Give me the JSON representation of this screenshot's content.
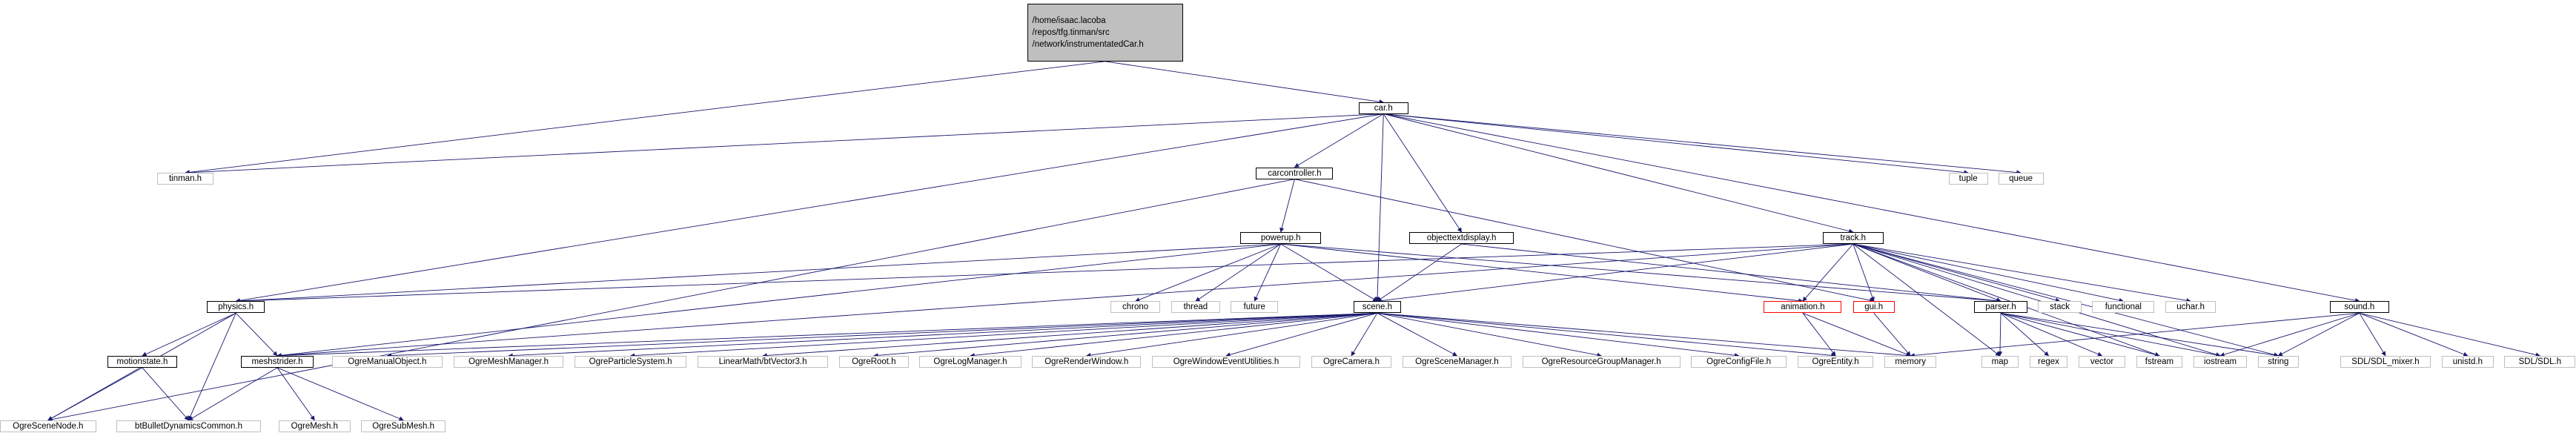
{
  "colors": {
    "edge": "#191970",
    "root_fill": "#bfbfbf",
    "local_border": "#000000",
    "external_border": "#bfbfbf",
    "incomplete_border": "#ff0000"
  },
  "root": {
    "lines": [
      "/home/isaac.lacoba",
      "/repos/tfg.tinman/src",
      "/network/instrumentatedCar.h"
    ]
  },
  "nodes": [
    {
      "id": "car",
      "label": "car.h",
      "kind": "local"
    },
    {
      "id": "tinman",
      "label": "tinman.h",
      "kind": "external"
    },
    {
      "id": "tuple",
      "label": "tuple",
      "kind": "external"
    },
    {
      "id": "queue",
      "label": "queue",
      "kind": "external"
    },
    {
      "id": "carcontroller",
      "label": "carcontroller.h",
      "kind": "local"
    },
    {
      "id": "powerup",
      "label": "powerup.h",
      "kind": "local"
    },
    {
      "id": "objecttextdisplay",
      "label": "objecttextdisplay.h",
      "kind": "local"
    },
    {
      "id": "track",
      "label": "track.h",
      "kind": "local"
    },
    {
      "id": "sound",
      "label": "sound.h",
      "kind": "local"
    },
    {
      "id": "physics",
      "label": "physics.h",
      "kind": "local"
    },
    {
      "id": "chrono",
      "label": "chrono",
      "kind": "external"
    },
    {
      "id": "thread",
      "label": "thread",
      "kind": "external"
    },
    {
      "id": "future",
      "label": "future",
      "kind": "external"
    },
    {
      "id": "scene",
      "label": "scene.h",
      "kind": "local"
    },
    {
      "id": "animation",
      "label": "animation.h",
      "kind": "red"
    },
    {
      "id": "gui",
      "label": "gui.h",
      "kind": "red"
    },
    {
      "id": "parser",
      "label": "parser.h",
      "kind": "local"
    },
    {
      "id": "stack",
      "label": "stack",
      "kind": "external"
    },
    {
      "id": "functional",
      "label": "functional",
      "kind": "external"
    },
    {
      "id": "uchar",
      "label": "uchar.h",
      "kind": "external"
    },
    {
      "id": "motionstate",
      "label": "motionstate.h",
      "kind": "local"
    },
    {
      "id": "meshstrider",
      "label": "meshstrider.h",
      "kind": "local"
    },
    {
      "id": "OgreManualObject",
      "label": "OgreManualObject.h",
      "kind": "external"
    },
    {
      "id": "OgreMeshManager",
      "label": "OgreMeshManager.h",
      "kind": "external"
    },
    {
      "id": "OgreParticleSystem",
      "label": "OgreParticleSystem.h",
      "kind": "external"
    },
    {
      "id": "btVector3",
      "label": "LinearMath/btVector3.h",
      "kind": "external"
    },
    {
      "id": "OgreRoot",
      "label": "OgreRoot.h",
      "kind": "external"
    },
    {
      "id": "OgreLogManager",
      "label": "OgreLogManager.h",
      "kind": "external"
    },
    {
      "id": "OgreRenderWindow",
      "label": "OgreRenderWindow.h",
      "kind": "external"
    },
    {
      "id": "OgreWindowEventUtilities",
      "label": "OgreWindowEventUtilities.h",
      "kind": "external"
    },
    {
      "id": "OgreCamera",
      "label": "OgreCamera.h",
      "kind": "external"
    },
    {
      "id": "OgreSceneManager",
      "label": "OgreSceneManager.h",
      "kind": "external"
    },
    {
      "id": "OgreResourceGroupManager",
      "label": "OgreResourceGroupManager.h",
      "kind": "external"
    },
    {
      "id": "OgreConfigFile",
      "label": "OgreConfigFile.h",
      "kind": "external"
    },
    {
      "id": "OgreEntity",
      "label": "OgreEntity.h",
      "kind": "external"
    },
    {
      "id": "memory",
      "label": "memory",
      "kind": "external"
    },
    {
      "id": "map",
      "label": "map",
      "kind": "external"
    },
    {
      "id": "regex",
      "label": "regex",
      "kind": "external"
    },
    {
      "id": "vector",
      "label": "vector",
      "kind": "external"
    },
    {
      "id": "fstream",
      "label": "fstream",
      "kind": "external"
    },
    {
      "id": "iostream",
      "label": "iostream",
      "kind": "external"
    },
    {
      "id": "string",
      "label": "string",
      "kind": "external"
    },
    {
      "id": "SDL_mixer",
      "label": "SDL/SDL_mixer.h",
      "kind": "external"
    },
    {
      "id": "unistd",
      "label": "unistd.h",
      "kind": "external"
    },
    {
      "id": "SDL",
      "label": "SDL/SDL.h",
      "kind": "external"
    },
    {
      "id": "OgreSceneNode",
      "label": "OgreSceneNode.h",
      "kind": "external"
    },
    {
      "id": "btBullet",
      "label": "btBulletDynamicsCommon.h",
      "kind": "external"
    },
    {
      "id": "OgreMesh",
      "label": "OgreMesh.h",
      "kind": "external"
    },
    {
      "id": "OgreSubMesh",
      "label": "OgreSubMesh.h",
      "kind": "external"
    }
  ],
  "edges": [
    [
      "root",
      "car"
    ],
    [
      "root",
      "tinman"
    ],
    [
      "car",
      "tinman"
    ],
    [
      "car",
      "tuple"
    ],
    [
      "car",
      "queue"
    ],
    [
      "car",
      "carcontroller"
    ],
    [
      "car",
      "objecttextdisplay"
    ],
    [
      "car",
      "track"
    ],
    [
      "car",
      "sound"
    ],
    [
      "car",
      "physics"
    ],
    [
      "car",
      "scene"
    ],
    [
      "carcontroller",
      "powerup"
    ],
    [
      "carcontroller",
      "OgreSceneNode"
    ],
    [
      "carcontroller",
      "gui"
    ],
    [
      "powerup",
      "physics"
    ],
    [
      "powerup",
      "chrono"
    ],
    [
      "powerup",
      "thread"
    ],
    [
      "powerup",
      "future"
    ],
    [
      "powerup",
      "scene"
    ],
    [
      "powerup",
      "animation"
    ],
    [
      "powerup",
      "parser"
    ],
    [
      "powerup",
      "meshstrider"
    ],
    [
      "objecttextdisplay",
      "scene"
    ],
    [
      "objecttextdisplay",
      "parser"
    ],
    [
      "track",
      "physics"
    ],
    [
      "track",
      "scene"
    ],
    [
      "track",
      "animation"
    ],
    [
      "track",
      "gui"
    ],
    [
      "track",
      "parser"
    ],
    [
      "track",
      "stack"
    ],
    [
      "track",
      "functional"
    ],
    [
      "track",
      "uchar"
    ],
    [
      "track",
      "map"
    ],
    [
      "track",
      "fstream"
    ],
    [
      "track",
      "iostream"
    ],
    [
      "track",
      "string"
    ],
    [
      "track",
      "meshstrider"
    ],
    [
      "sound",
      "memory"
    ],
    [
      "sound",
      "iostream"
    ],
    [
      "sound",
      "string"
    ],
    [
      "sound",
      "SDL_mixer"
    ],
    [
      "sound",
      "unistd"
    ],
    [
      "sound",
      "SDL"
    ],
    [
      "physics",
      "motionstate"
    ],
    [
      "physics",
      "meshstrider"
    ],
    [
      "physics",
      "OgreSceneNode"
    ],
    [
      "physics",
      "btBullet"
    ],
    [
      "scene",
      "meshstrider"
    ],
    [
      "scene",
      "OgreManualObject"
    ],
    [
      "scene",
      "OgreMeshManager"
    ],
    [
      "scene",
      "OgreParticleSystem"
    ],
    [
      "scene",
      "btVector3"
    ],
    [
      "scene",
      "OgreRoot"
    ],
    [
      "scene",
      "OgreLogManager"
    ],
    [
      "scene",
      "OgreRenderWindow"
    ],
    [
      "scene",
      "OgreWindowEventUtilities"
    ],
    [
      "scene",
      "OgreCamera"
    ],
    [
      "scene",
      "OgreSceneManager"
    ],
    [
      "scene",
      "OgreResourceGroupManager"
    ],
    [
      "scene",
      "OgreConfigFile"
    ],
    [
      "scene",
      "OgreEntity"
    ],
    [
      "scene",
      "memory"
    ],
    [
      "animation",
      "OgreEntity"
    ],
    [
      "animation",
      "memory"
    ],
    [
      "gui",
      "memory"
    ],
    [
      "parser",
      "map"
    ],
    [
      "parser",
      "regex"
    ],
    [
      "parser",
      "vector"
    ],
    [
      "parser",
      "fstream"
    ],
    [
      "parser",
      "iostream"
    ],
    [
      "parser",
      "string"
    ],
    [
      "motionstate",
      "OgreSceneNode"
    ],
    [
      "motionstate",
      "btBullet"
    ],
    [
      "meshstrider",
      "btBullet"
    ],
    [
      "meshstrider",
      "OgreMesh"
    ],
    [
      "meshstrider",
      "OgreSubMesh"
    ]
  ]
}
